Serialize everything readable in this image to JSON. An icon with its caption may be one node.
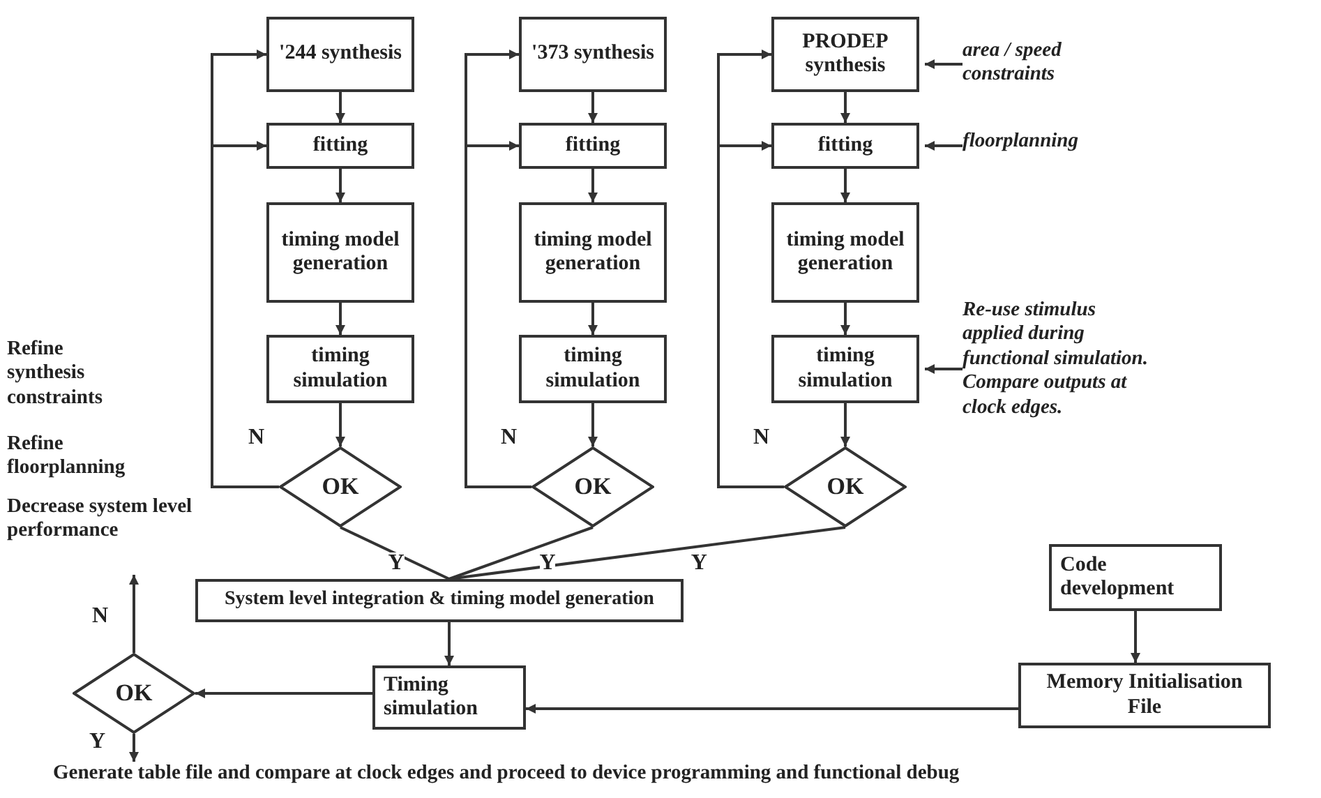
{
  "diagram": {
    "nodes": [
      {
        "text": [
          "'244 synthesis"
        ]
      },
      {
        "text": [
          "fitting"
        ]
      },
      {
        "text": [
          "timing model generation"
        ]
      },
      {
        "text": [
          "timing simulation"
        ]
      },
      {
        "text": [
          "OK"
        ]
      },
      {
        "text": [
          "'373 synthesis"
        ]
      },
      {
        "text": [
          "fitting"
        ]
      },
      {
        "text": [
          "timing model generation"
        ]
      },
      {
        "text": [
          "timing simulation"
        ]
      },
      {
        "text": [
          "OK"
        ]
      },
      {
        "text": [
          "PRODEP synthesis"
        ]
      },
      {
        "text": [
          "fitting"
        ]
      },
      {
        "text": [
          "timing model generation"
        ]
      },
      {
        "text": [
          "timing simulation"
        ]
      },
      {
        "text": [
          "OK"
        ]
      },
      {
        "text": [
          "area / speed constraints"
        ]
      },
      {
        "text": [
          "floorplanning"
        ]
      },
      {
        "text": [
          "Re-use stimulus applied during functional simulation. Compare outputs at clock edges."
        ]
      },
      {
        "text": [
          "System level integration & timing model generation"
        ]
      },
      {
        "text": [
          "Code development"
        ]
      },
      {
        "text": [
          "Memory Initialisation File"
        ]
      },
      {
        "text": [
          "Timing simulation"
        ]
      },
      {
        "text": [
          "OK"
        ]
      },
      {
        "text": [
          "Generate table file and compare at clock edges and proceed to device programming and functional debug"
        ]
      }
    ],
    "edges": [
      {
        "from": 0,
        "to": 1,
        "arrow": "to"
      },
      {
        "from": 1,
        "to": 2,
        "arrow": "to"
      },
      {
        "from": 2,
        "to": 3,
        "arrow": "to"
      },
      {
        "from": 3,
        "to": 4,
        "arrow": "to"
      },
      {
        "from": 4,
        "to": 0,
        "arrow": "to",
        "label": "N"
      },
      {
        "from": 4,
        "to": 1,
        "arrow": "to"
      },
      {
        "from": 5,
        "to": 6,
        "arrow": "to"
      },
      {
        "from": 6,
        "to": 7,
        "arrow": "to"
      },
      {
        "from": 7,
        "to": 8,
        "arrow": "to"
      },
      {
        "from": 8,
        "to": 9,
        "arrow": "to"
      },
      {
        "from": 9,
        "to": 5,
        "arrow": "to",
        "label": "N"
      },
      {
        "from": 9,
        "to": 6,
        "arrow": "to"
      },
      {
        "from": 10,
        "to": 11,
        "arrow": "to"
      },
      {
        "from": 11,
        "to": 12,
        "arrow": "to"
      },
      {
        "from": 12,
        "to": 13,
        "arrow": "to"
      },
      {
        "from": 13,
        "to": 14,
        "arrow": "to"
      },
      {
        "from": 14,
        "to": 10,
        "arrow": "to",
        "label": "N"
      },
      {
        "from": 14,
        "to": 11,
        "arrow": "to"
      },
      {
        "from": 15,
        "to": 10,
        "arrow": "to"
      },
      {
        "from": 16,
        "to": 11,
        "arrow": "to"
      },
      {
        "from": 17,
        "to": 13,
        "arrow": "to"
      },
      {
        "from": 4,
        "to": 18,
        "arrow": "none",
        "label": "Y"
      },
      {
        "from": 9,
        "to": 18,
        "arrow": "none",
        "label": "Y"
      },
      {
        "from": 14,
        "to": 18,
        "arrow": "none",
        "label": "Y"
      },
      {
        "from": 18,
        "to": 21,
        "arrow": "to"
      },
      {
        "from": 19,
        "to": 20,
        "arrow": "to"
      },
      {
        "from": 20,
        "to": 21,
        "arrow": "to"
      },
      {
        "from": 21,
        "to": 22,
        "arrow": "to"
      },
      {
        "from": 22,
        "to": null,
        "arrow": "to",
        "label": "N"
      },
      {
        "from": 22,
        "to": 23,
        "arrow": "to",
        "label": "Y"
      }
    ],
    "labels": [
      "Refine synthesis constraints",
      "Refine floorplanning",
      "Decrease system level performance"
    ]
  }
}
